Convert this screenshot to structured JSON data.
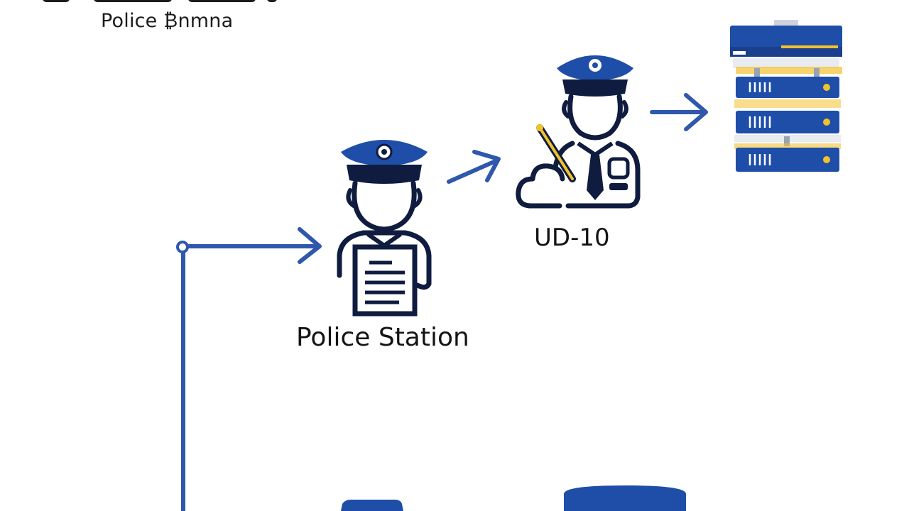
{
  "diagram": {
    "subtitle": "Police ₿nmna",
    "nodes": {
      "police_station": {
        "label": "Police Station",
        "icon": "police-officer-with-document-icon"
      },
      "ud10": {
        "label": "UD-10",
        "icon": "police-officer-writing-report-icon"
      },
      "database": {
        "label": "",
        "icon": "server-rack-icon"
      }
    },
    "colors": {
      "primary_blue": "#1e4ea8",
      "navy": "#0f1c3f",
      "connector_blue": "#2f58ad",
      "accent_yellow": "#f2c12e",
      "text_dark": "#141414"
    }
  }
}
